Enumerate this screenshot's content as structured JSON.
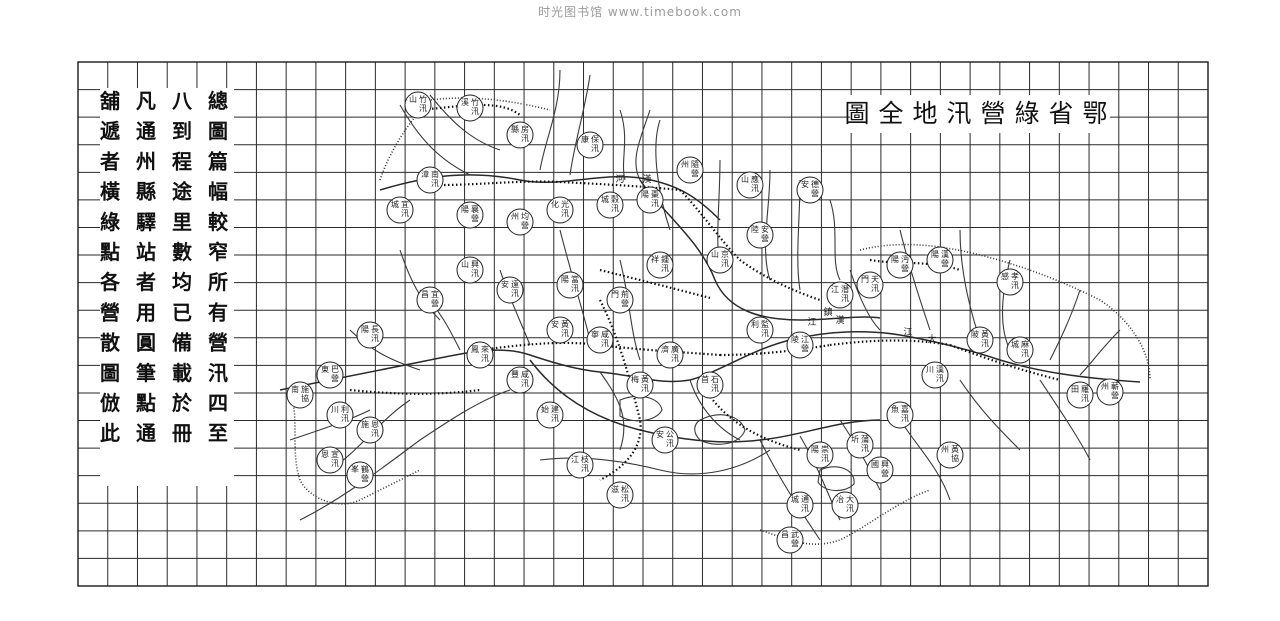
{
  "watermark": "时光图书馆 www.timebook.com",
  "title": "鄂省綠營汛地全圖",
  "note_columns": [
    "總圖篇幅較窄所有營汛四至",
    "八到程途里數均已備載於冊",
    "凡通州縣驛站者用圓筆點通",
    "舖遞者橫綠點各營散圖倣此"
  ],
  "map_labels": [
    "河",
    "漢",
    "江",
    "大",
    "江",
    "漢",
    "鎮"
  ],
  "posts": [
    {
      "label": "竹山汛"
    },
    {
      "label": "竹溪汛"
    },
    {
      "label": "房縣汛"
    },
    {
      "label": "保康汛"
    },
    {
      "label": "南漳汛"
    },
    {
      "label": "宜城汛"
    },
    {
      "label": "襄陽營"
    },
    {
      "label": "均州營"
    },
    {
      "label": "光化汛"
    },
    {
      "label": "穀城汛"
    },
    {
      "label": "棗陽汛"
    },
    {
      "label": "隨州營"
    },
    {
      "label": "應山汛"
    },
    {
      "label": "德安營"
    },
    {
      "label": "安陸營"
    },
    {
      "label": "京山汛"
    },
    {
      "label": "鍾祥汛"
    },
    {
      "label": "荊門營"
    },
    {
      "label": "當陽汛"
    },
    {
      "label": "遠安汛"
    },
    {
      "label": "興山汛"
    },
    {
      "label": "宜昌營"
    },
    {
      "label": "長陽汛"
    },
    {
      "label": "巴東營"
    },
    {
      "label": "施南協"
    },
    {
      "label": "利川汛"
    },
    {
      "label": "恩施汛"
    },
    {
      "label": "宣恩汛"
    },
    {
      "label": "鶴峯營"
    },
    {
      "label": "來鳳汛"
    },
    {
      "label": "咸豐汛"
    },
    {
      "label": "建始汛"
    },
    {
      "label": "枝江汛"
    },
    {
      "label": "松滋汛"
    },
    {
      "label": "公安汛"
    },
    {
      "label": "石首汛"
    },
    {
      "label": "監利汛"
    },
    {
      "label": "江陵營"
    },
    {
      "label": "潛江汛"
    },
    {
      "label": "天門汛"
    },
    {
      "label": "沔陽營"
    },
    {
      "label": "漢陽營"
    },
    {
      "label": "孝感汛"
    },
    {
      "label": "黃陂汛"
    },
    {
      "label": "漢川汛"
    },
    {
      "label": "嘉魚汛"
    },
    {
      "label": "蒲圻汛"
    },
    {
      "label": "崇陽汛"
    },
    {
      "label": "通城汛"
    },
    {
      "label": "武昌營"
    },
    {
      "label": "大冶汛"
    },
    {
      "label": "興國營"
    },
    {
      "label": "黃州協"
    },
    {
      "label": "麻城汛"
    },
    {
      "label": "羅田汛"
    },
    {
      "label": "蘄州營"
    },
    {
      "label": "廣濟汛"
    },
    {
      "label": "黃梅汛"
    },
    {
      "label": "黃安汛"
    },
    {
      "label": "咸寧汛"
    }
  ]
}
